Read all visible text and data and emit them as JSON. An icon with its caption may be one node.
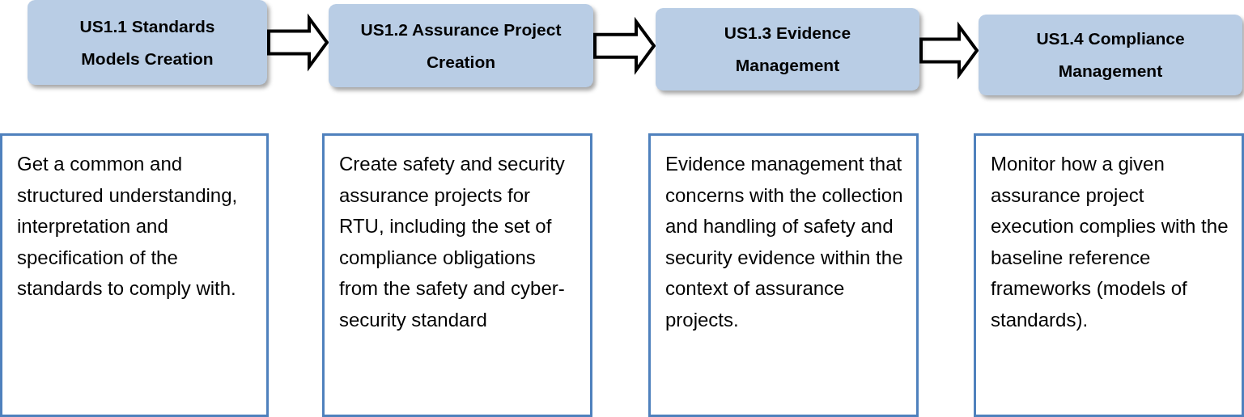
{
  "diagram": {
    "nodes": [
      {
        "text": [
          "US1.1 Standards Models Creation"
        ]
      },
      {
        "text": [
          "US1.2 Assurance Project Creation"
        ]
      },
      {
        "text": [
          "US1.3 Evidence Management"
        ]
      },
      {
        "text": [
          "US1.4 Compliance Management"
        ]
      },
      {
        "text": [
          "Get a common and structured understanding, interpretation and specification of the standards to comply with."
        ]
      },
      {
        "text": [
          "Create safety and security assurance projects for RTU, including the set of compliance obligations from the safety and cyber-security standard"
        ]
      },
      {
        "text": [
          "Evidence management that concerns with the collection and handling of safety and security evidence within the context of assurance projects."
        ]
      },
      {
        "text": [
          "Monitor how a given assurance project execution complies with the baseline reference frameworks (models of standards)."
        ]
      }
    ],
    "edges": [
      {
        "from": 0,
        "to": 1,
        "arrow": "to"
      },
      {
        "from": 1,
        "to": 2,
        "arrow": "to"
      },
      {
        "from": 2,
        "to": 3,
        "arrow": "to"
      }
    ]
  }
}
